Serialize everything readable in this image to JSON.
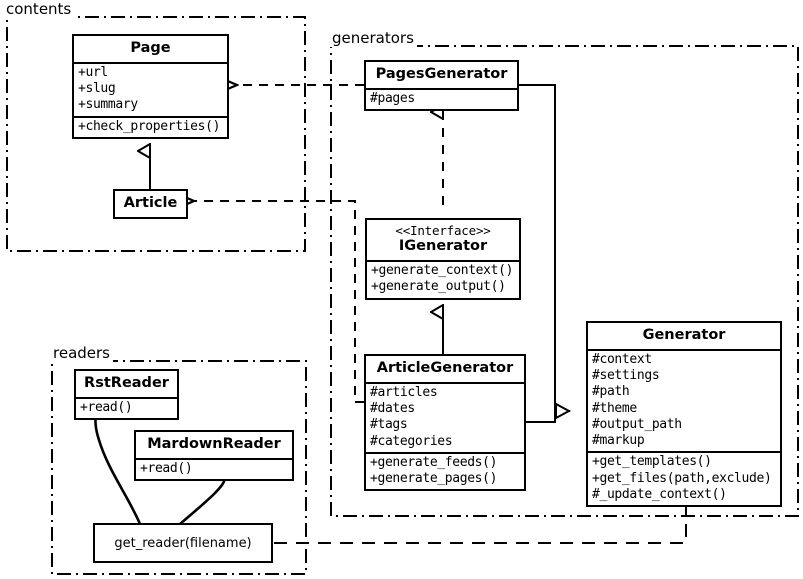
{
  "diagram": {
    "title": "UML class diagram",
    "stroke_color": "#000000",
    "background_color": "#ffffff"
  },
  "packages": [
    {
      "name": "contents",
      "label": "contents"
    },
    {
      "name": "generators",
      "label": "generators"
    },
    {
      "name": "readers",
      "label": "readers"
    }
  ],
  "classes": {
    "page": {
      "name": "Page",
      "attributes": [
        "+url",
        "+slug",
        "+summary"
      ],
      "methods": [
        "+check_properties()"
      ]
    },
    "article": {
      "name": "Article",
      "attributes": [],
      "methods": []
    },
    "pages_generator": {
      "name": "PagesGenerator",
      "attributes": [
        "#pages"
      ],
      "methods": []
    },
    "igenerator": {
      "stereotype": "<<Interface>>",
      "name": "IGenerator",
      "attributes": [],
      "methods": [
        "+generate_context()",
        "+generate_output()"
      ]
    },
    "article_generator": {
      "name": "ArticleGenerator",
      "attributes": [
        "#articles",
        "#dates",
        "#tags",
        "#categories"
      ],
      "methods": [
        "+generate_feeds()",
        "+generate_pages()"
      ]
    },
    "generator": {
      "name": "Generator",
      "attributes": [
        "#context",
        "#settings",
        "#path",
        "#theme",
        "#output_path",
        "#markup"
      ],
      "methods": [
        "+get_templates()",
        "+get_files(path,exclude)",
        "#_update_context()"
      ]
    },
    "rst_reader": {
      "name": "RstReader",
      "attributes": [],
      "methods": [
        "+read()"
      ]
    },
    "mardown_reader": {
      "name": "MardownReader",
      "attributes": [],
      "methods": [
        "+read()"
      ]
    },
    "get_reader": {
      "name": "get_reader(filename)"
    }
  },
  "relationships": [
    {
      "from": "PagesGenerator",
      "to": "Page",
      "type": "dependency"
    },
    {
      "from": "ArticleGenerator",
      "to": "Article",
      "type": "dependency"
    },
    {
      "from": "Article",
      "to": "Page",
      "type": "generalization"
    },
    {
      "from": "PagesGenerator",
      "to": "IGenerator",
      "type": "realization"
    },
    {
      "from": "ArticleGenerator",
      "to": "IGenerator",
      "type": "generalization"
    },
    {
      "from": "PagesGenerator",
      "to": "Generator",
      "type": "generalization"
    },
    {
      "from": "ArticleGenerator",
      "to": "Generator",
      "type": "generalization"
    },
    {
      "from": "Generator",
      "to": "get_reader(filename)",
      "type": "dependency"
    },
    {
      "from": "get_reader(filename)",
      "to": "RstReader",
      "type": "call"
    },
    {
      "from": "get_reader(filename)",
      "to": "MardownReader",
      "type": "call"
    }
  ]
}
